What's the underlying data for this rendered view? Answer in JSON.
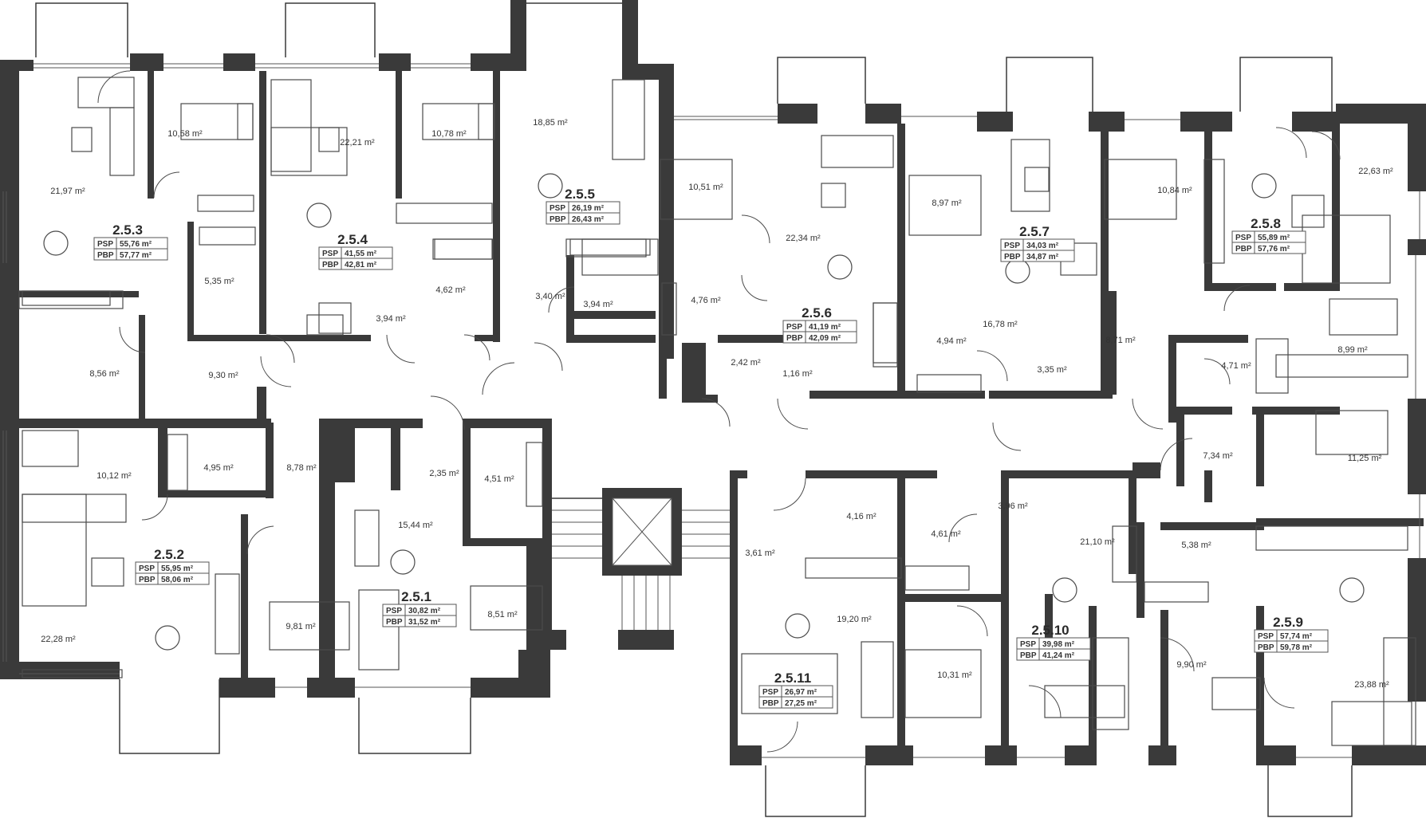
{
  "area_unit": "m²",
  "row_label_psp": "PSP",
  "row_label_pbp": "PBP",
  "apartments": [
    {
      "id": "2.5.3",
      "psp": "55,76 m²",
      "pbp": "57,77 m²"
    },
    {
      "id": "2.5.4",
      "psp": "41,55 m²",
      "pbp": "42,81 m²"
    },
    {
      "id": "2.5.5",
      "psp": "26,19 m²",
      "pbp": "26,43 m²"
    },
    {
      "id": "2.5.6",
      "psp": "41,19 m²",
      "pbp": "42,09 m²"
    },
    {
      "id": "2.5.7",
      "psp": "34,03 m²",
      "pbp": "34,87 m²"
    },
    {
      "id": "2.5.8",
      "psp": "55,89 m²",
      "pbp": "57,76 m²"
    },
    {
      "id": "2.5.2",
      "psp": "55,95 m²",
      "pbp": "58,06 m²"
    },
    {
      "id": "2.5.1",
      "psp": "30,82 m²",
      "pbp": "31,52 m²"
    },
    {
      "id": "2.5.11",
      "psp": "26,97 m²",
      "pbp": "27,25 m²"
    },
    {
      "id": "2.5.10",
      "psp": "39,98 m²",
      "pbp": "41,24 m²"
    },
    {
      "id": "2.5.9",
      "psp": "57,74 m²",
      "pbp": "59,78 m²"
    }
  ],
  "room_areas": [
    "21,97",
    "10,58",
    "22,21",
    "10,78",
    "18,85",
    "10,51",
    "22,34",
    "8,97",
    "10,84",
    "22,63",
    "5,35",
    "4,62",
    "3,40",
    "3,94",
    "3,94",
    "4,76",
    "16,78",
    "8,71",
    "4,94",
    "4,71",
    "8,99",
    "8,56",
    "9,30",
    "2,42",
    "1,16",
    "3,35",
    "10,12",
    "4,95",
    "8,78",
    "2,35",
    "4,51",
    "15,44",
    "4,16",
    "3,96",
    "7,34",
    "11,25",
    "4,61",
    "3,61",
    "21,10",
    "5,38",
    "22,28",
    "9,81",
    "8,51",
    "19,20",
    "10,31",
    "9,90",
    "23,88"
  ]
}
